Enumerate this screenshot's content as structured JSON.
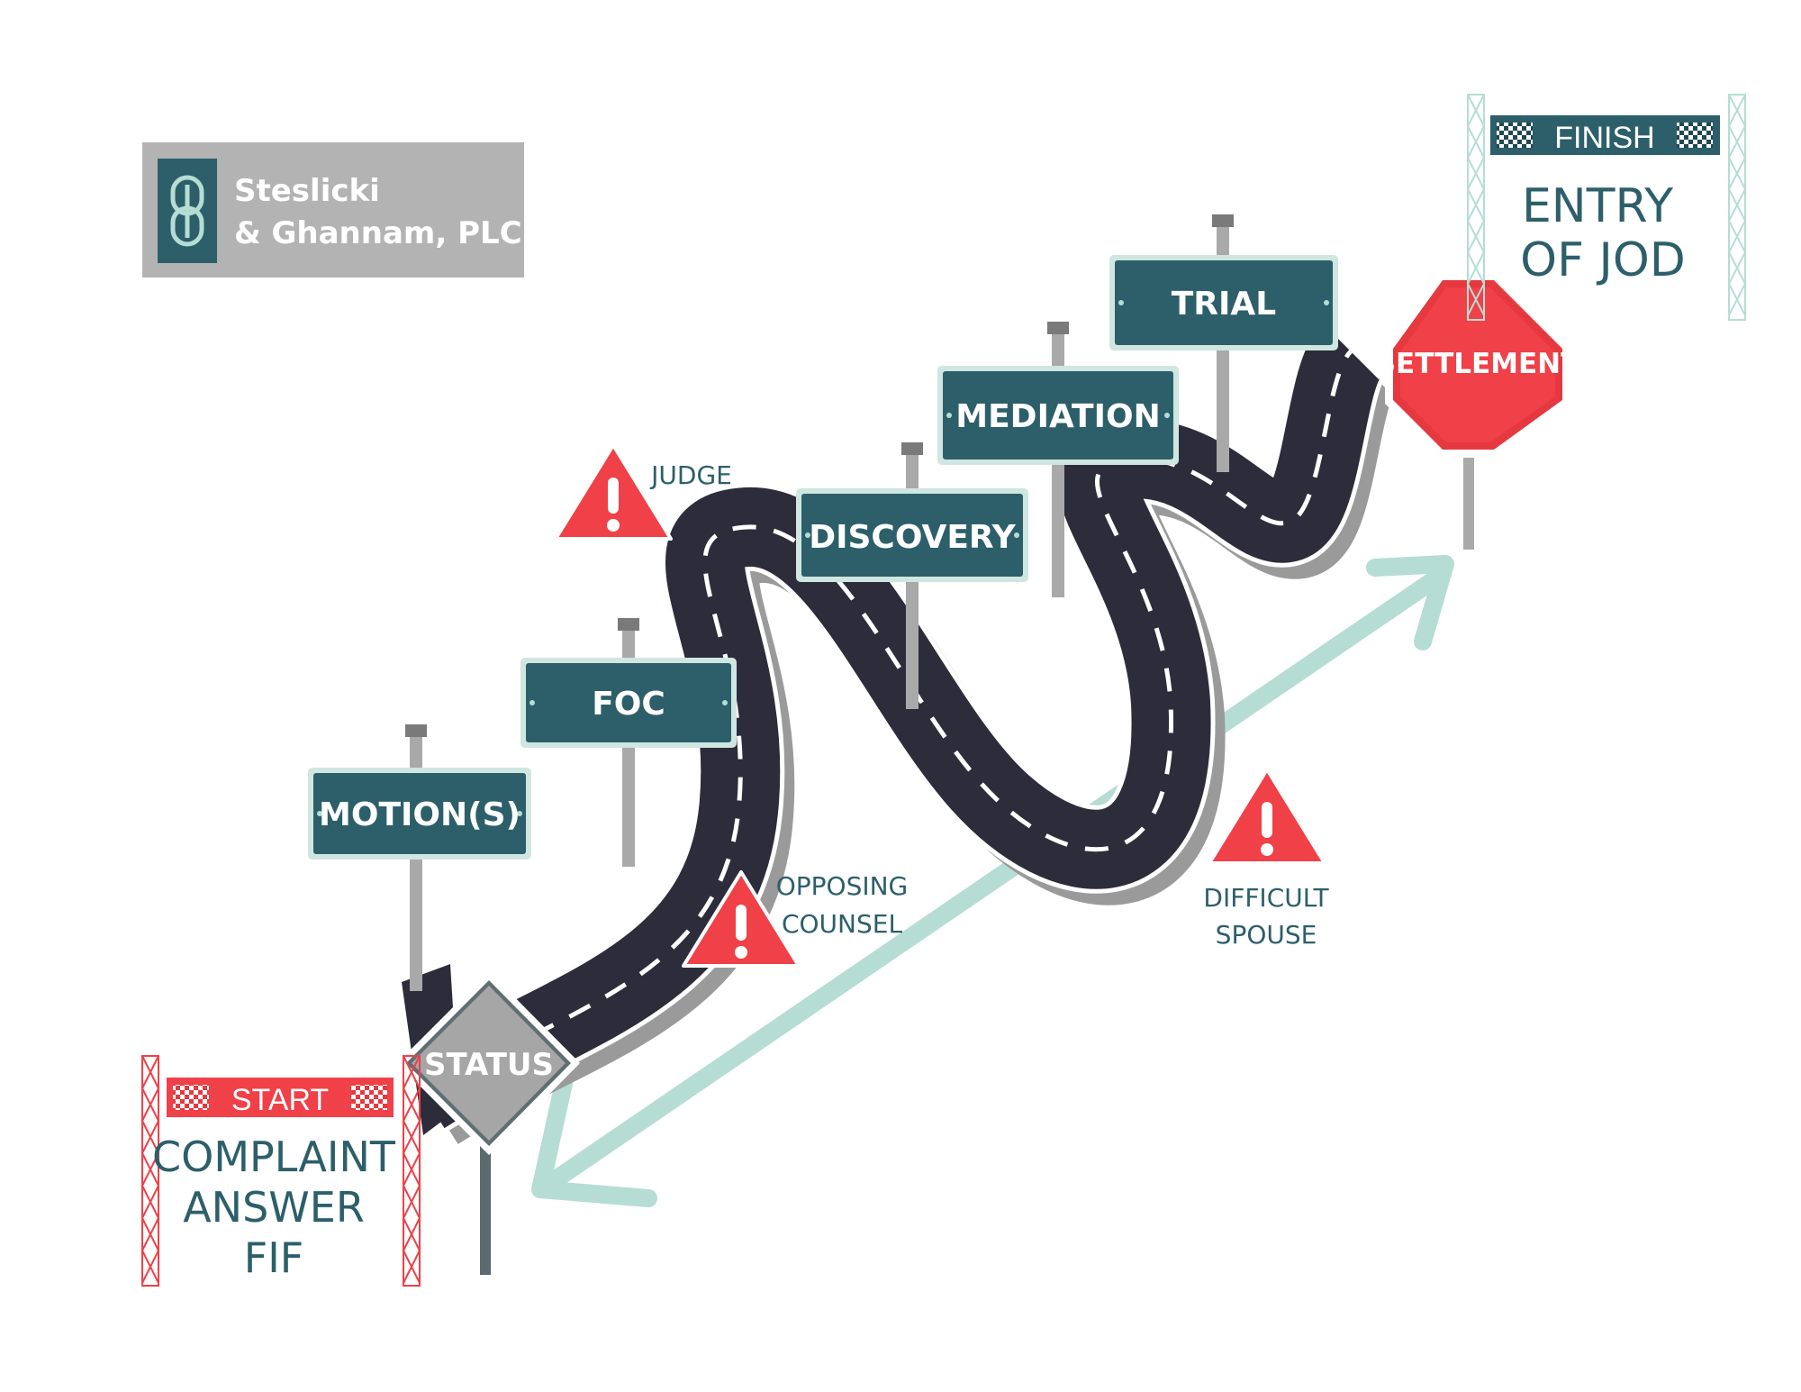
{
  "logo": {
    "line1": "Steslicki",
    "line2": "& Ghannam, PLC"
  },
  "start": {
    "banner": "START",
    "lines": [
      "COMPLAINT",
      "ANSWER",
      "FIF"
    ]
  },
  "finish": {
    "banner": "FINISH",
    "lines": [
      "ENTRY",
      "OF JOD"
    ]
  },
  "signs": {
    "motions": "MOTION(S)",
    "foc": "FOC",
    "discovery": "DISCOVERY",
    "mediation": "MEDIATION",
    "trial": "TRIAL",
    "status": "STATUS",
    "settlement": "SETTLEMENT"
  },
  "warnings": {
    "judge": [
      "JUDGE"
    ],
    "opposing": [
      "OPPOSING",
      "COUNSEL"
    ],
    "spouse": [
      "DIFFICULT",
      "SPOUSE"
    ]
  },
  "colors": {
    "sign_teal": "#2c5f6a",
    "sign_border": "#cfe6e1",
    "road": "#2d2c3a",
    "road_shadow": "#9a9a9a",
    "red": "#f04048",
    "arrow": "#b5ddd4",
    "logo_bg": "#b3b3b3",
    "logo_mark": "#2c5f6a",
    "status_gray": "#a6a6a6"
  }
}
